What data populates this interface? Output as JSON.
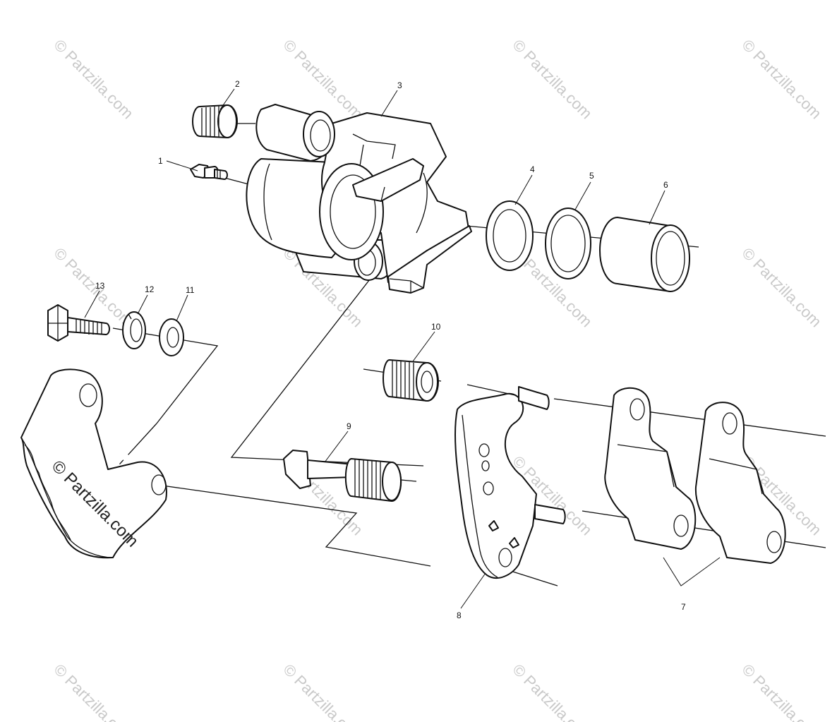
{
  "watermark": {
    "text": "© Partzilla.com",
    "color": "#c9c9c9"
  },
  "callouts": {
    "c1": "1",
    "c2": "2",
    "c3": "3",
    "c4": "4",
    "c5": "5",
    "c6": "6",
    "c7": "7",
    "c8": "8",
    "c9": "9",
    "c10": "10",
    "c11": "11",
    "c12": "12",
    "c13": "13"
  },
  "parts": [
    {
      "number": "1",
      "icon": "bleeder-screw-icon"
    },
    {
      "number": "2",
      "icon": "threaded-plug-icon"
    },
    {
      "number": "3",
      "icon": "caliper-body-icon"
    },
    {
      "number": "4",
      "icon": "seal-ring-icon"
    },
    {
      "number": "5",
      "icon": "seal-ring-icon"
    },
    {
      "number": "6",
      "icon": "piston-icon"
    },
    {
      "number": "7",
      "icon": "brake-pad-icon"
    },
    {
      "number": "8",
      "icon": "pad-retainer-plate-icon"
    },
    {
      "number": "9",
      "icon": "slide-pin-icon"
    },
    {
      "number": "10",
      "icon": "threaded-bushing-icon"
    },
    {
      "number": "11",
      "icon": "flat-washer-icon"
    },
    {
      "number": "12",
      "icon": "lock-washer-icon"
    },
    {
      "number": "13",
      "icon": "hex-bolt-icon"
    }
  ]
}
